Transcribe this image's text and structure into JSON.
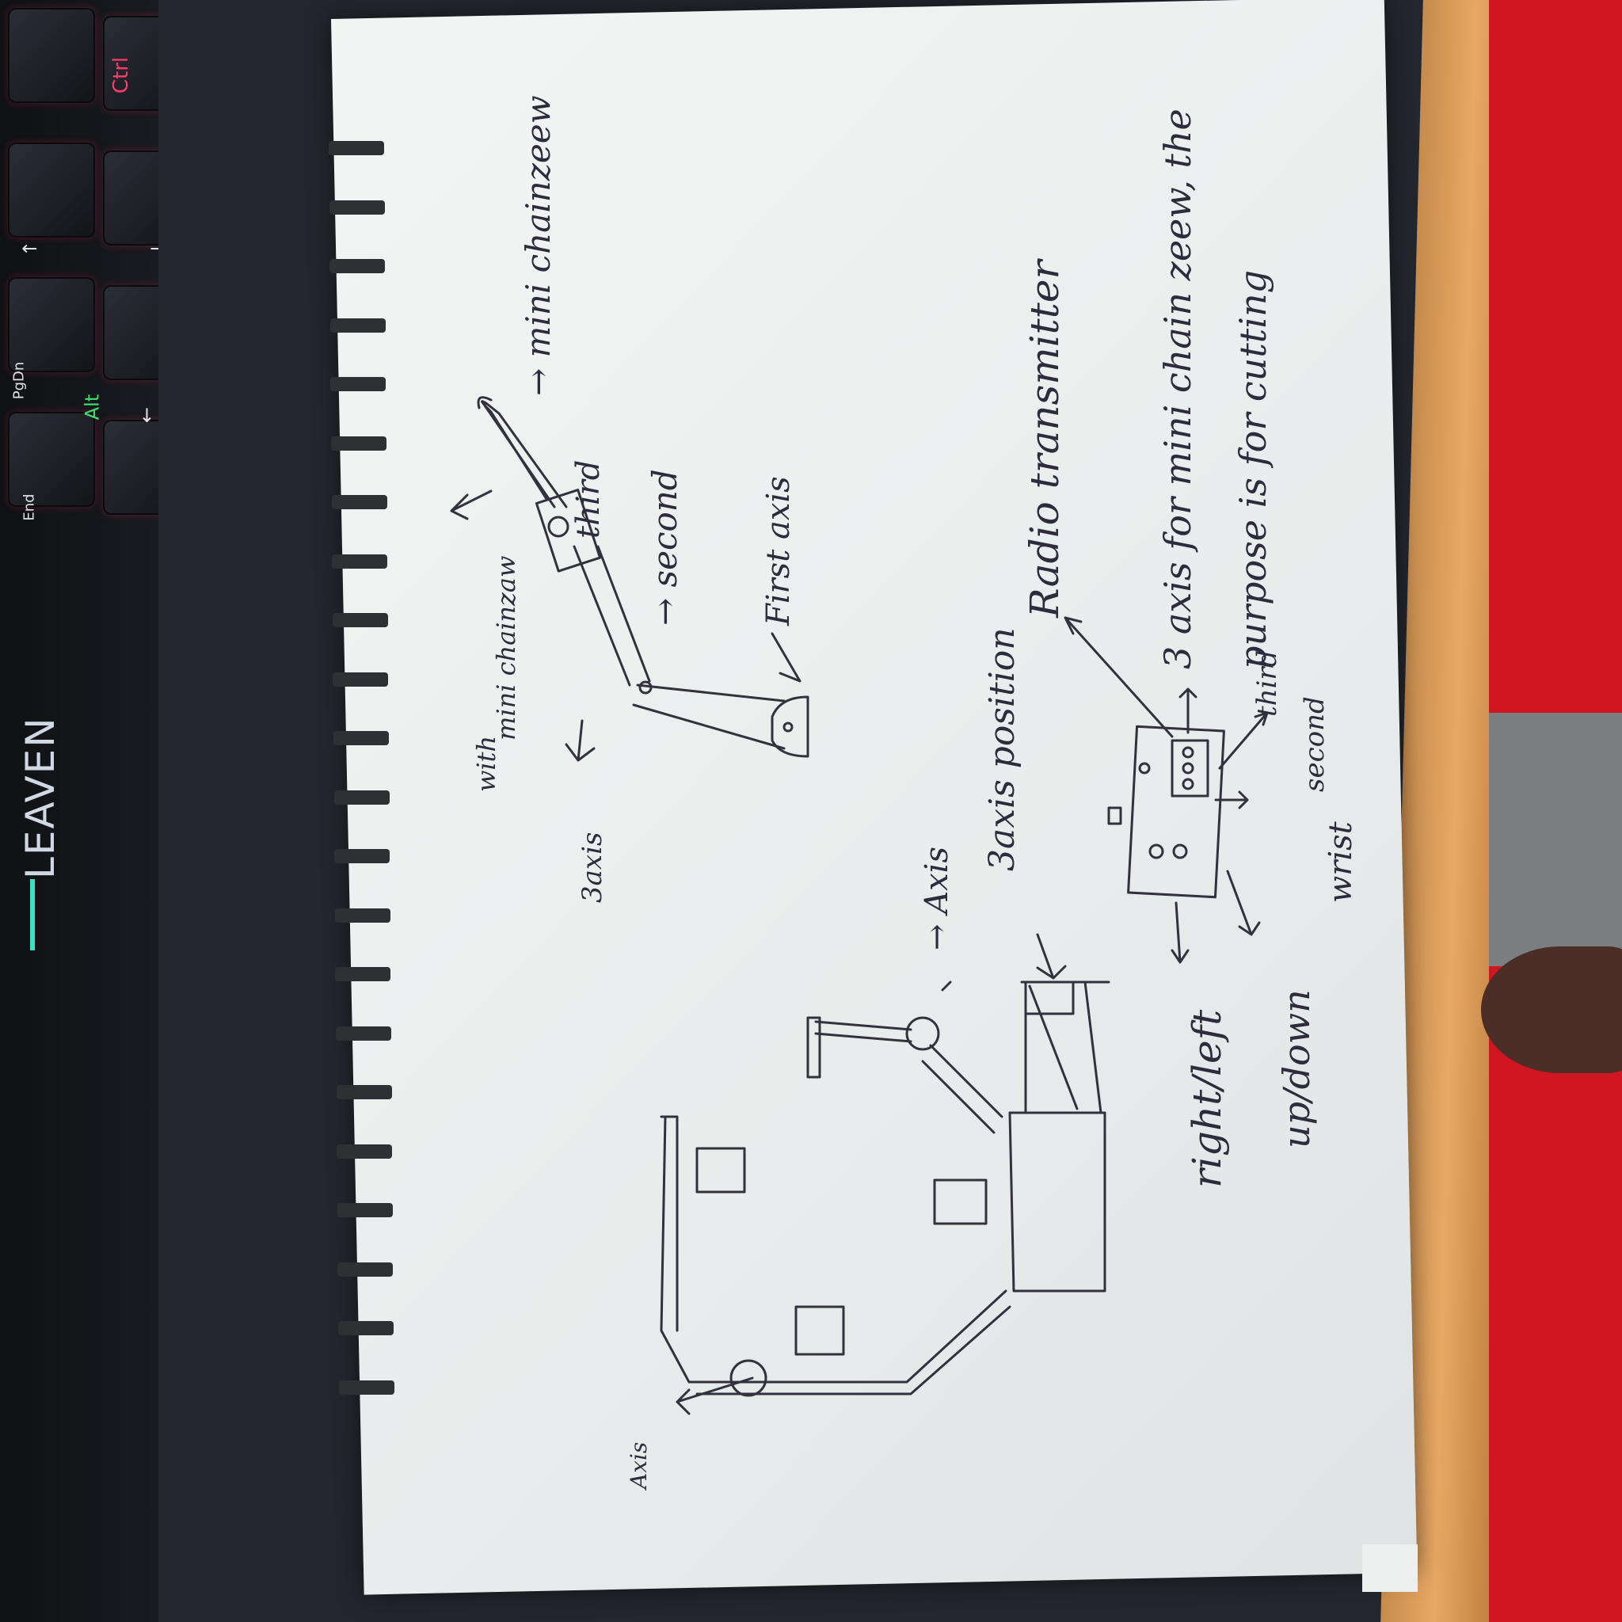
{
  "keyboard": {
    "brand": "LEAVEN",
    "keys": [
      "End",
      "PgDn",
      "Alt",
      "Ctrl",
      "↑",
      "←",
      "↓",
      "→"
    ]
  },
  "sketch": {
    "top_arm": {
      "label_axis": "3axis",
      "label_chainsaw": "mini chainzaw",
      "label_with": "with",
      "label_arrow_chainsaw": "→ mini chainzeew",
      "label_third": "third",
      "label_second": "→ second",
      "label_first": "First axis"
    },
    "bottom_arm": {
      "label_axis": "Axis",
      "label_axis_arrow": "→ Axis",
      "label_position": "3axis position"
    },
    "transmitter": {
      "label": "Radio transmitter",
      "note_line1": "3 axis for mini chain zeew, the",
      "note_line2": "purpose is for cutting",
      "label_right_left": "right/left",
      "label_up_down": "up/down",
      "label_wrist": "wrist",
      "label_second": "second",
      "label_third": "third"
    }
  }
}
